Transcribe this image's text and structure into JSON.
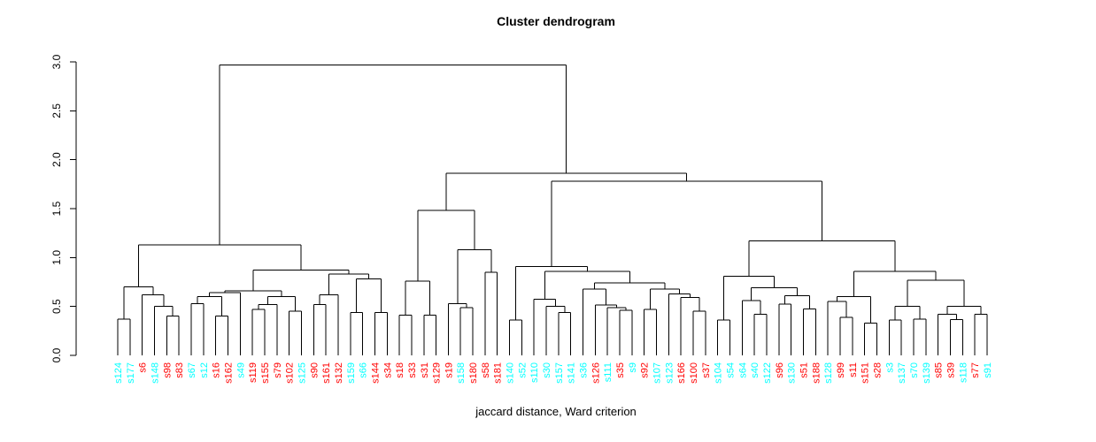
{
  "chart_data": {
    "type": "dendrogram",
    "title": "Cluster dendrogram",
    "xlabel": "jaccard distance, Ward criterion",
    "ylabel": "",
    "ylim": [
      0.0,
      3.0
    ],
    "yticks": [
      "0.0",
      "0.5",
      "1.0",
      "1.5",
      "2.0",
      "2.5",
      "3.0"
    ],
    "grid": false,
    "legend": "none",
    "palette": {
      "cyan": "#00FFFF",
      "red": "#FF0000",
      "line": "#000000"
    },
    "leaves": [
      {
        "label": "s124",
        "color": "cyan"
      },
      {
        "label": "s177",
        "color": "cyan"
      },
      {
        "label": "s6",
        "color": "red"
      },
      {
        "label": "s148",
        "color": "cyan"
      },
      {
        "label": "s98",
        "color": "red"
      },
      {
        "label": "s83",
        "color": "red"
      },
      {
        "label": "s67",
        "color": "cyan"
      },
      {
        "label": "s12",
        "color": "cyan"
      },
      {
        "label": "s16",
        "color": "red"
      },
      {
        "label": "s162",
        "color": "red"
      },
      {
        "label": "s49",
        "color": "cyan"
      },
      {
        "label": "s119",
        "color": "red"
      },
      {
        "label": "s155",
        "color": "red"
      },
      {
        "label": "s79",
        "color": "red"
      },
      {
        "label": "s102",
        "color": "red"
      },
      {
        "label": "s125",
        "color": "cyan"
      },
      {
        "label": "s90",
        "color": "red"
      },
      {
        "label": "s161",
        "color": "red"
      },
      {
        "label": "s132",
        "color": "red"
      },
      {
        "label": "s159",
        "color": "cyan"
      },
      {
        "label": "s66",
        "color": "cyan"
      },
      {
        "label": "s144",
        "color": "red"
      },
      {
        "label": "s34",
        "color": "red"
      },
      {
        "label": "s18",
        "color": "red"
      },
      {
        "label": "s33",
        "color": "red"
      },
      {
        "label": "s31",
        "color": "red"
      },
      {
        "label": "s129",
        "color": "red"
      },
      {
        "label": "s19",
        "color": "red"
      },
      {
        "label": "s158",
        "color": "cyan"
      },
      {
        "label": "s180",
        "color": "red"
      },
      {
        "label": "s58",
        "color": "red"
      },
      {
        "label": "s181",
        "color": "red"
      },
      {
        "label": "s140",
        "color": "cyan"
      },
      {
        "label": "s52",
        "color": "cyan"
      },
      {
        "label": "s110",
        "color": "cyan"
      },
      {
        "label": "s30",
        "color": "cyan"
      },
      {
        "label": "s157",
        "color": "cyan"
      },
      {
        "label": "s141",
        "color": "cyan"
      },
      {
        "label": "s36",
        "color": "cyan"
      },
      {
        "label": "s126",
        "color": "red"
      },
      {
        "label": "s111",
        "color": "cyan"
      },
      {
        "label": "s35",
        "color": "red"
      },
      {
        "label": "s9",
        "color": "cyan"
      },
      {
        "label": "s92",
        "color": "red"
      },
      {
        "label": "s107",
        "color": "cyan"
      },
      {
        "label": "s123",
        "color": "cyan"
      },
      {
        "label": "s166",
        "color": "red"
      },
      {
        "label": "s100",
        "color": "red"
      },
      {
        "label": "s37",
        "color": "red"
      },
      {
        "label": "s104",
        "color": "cyan"
      },
      {
        "label": "s54",
        "color": "cyan"
      },
      {
        "label": "s64",
        "color": "cyan"
      },
      {
        "label": "s40",
        "color": "cyan"
      },
      {
        "label": "s122",
        "color": "cyan"
      },
      {
        "label": "s96",
        "color": "red"
      },
      {
        "label": "s130",
        "color": "cyan"
      },
      {
        "label": "s51",
        "color": "red"
      },
      {
        "label": "s188",
        "color": "red"
      },
      {
        "label": "s128",
        "color": "cyan"
      },
      {
        "label": "s99",
        "color": "red"
      },
      {
        "label": "s11",
        "color": "red"
      },
      {
        "label": "s151",
        "color": "red"
      },
      {
        "label": "s28",
        "color": "red"
      },
      {
        "label": "s3",
        "color": "cyan"
      },
      {
        "label": "s137",
        "color": "cyan"
      },
      {
        "label": "s70",
        "color": "cyan"
      },
      {
        "label": "s139",
        "color": "cyan"
      },
      {
        "label": "s85",
        "color": "red"
      },
      {
        "label": "s39",
        "color": "red"
      },
      {
        "label": "s118",
        "color": "cyan"
      },
      {
        "label": "s77",
        "color": "red"
      },
      {
        "label": "s91",
        "color": "cyan"
      }
    ],
    "merges": [
      2.97,
      [
        1.13,
        [
          0.7,
          [
            0.37,
            "s124",
            "s177"
          ],
          [
            0.62,
            "s6",
            [
              0.5,
              "s148",
              [
                0.4,
                "s98",
                "s83"
              ]
            ]
          ]
        ],
        [
          0.87,
          [
            0.66,
            [
              0.64,
              [
                0.6,
                [
                  0.53,
                  "s67",
                  "s12"
                ],
                [
                  0.4,
                  "s16",
                  "s162"
                ]
              ],
              "s49"
            ],
            [
              0.6,
              [
                0.52,
                [
                  0.47,
                  "s119",
                  "s155"
                ],
                "s79"
              ],
              [
                0.45,
                "s102",
                "s125"
              ]
            ]
          ],
          [
            0.83,
            [
              0.62,
              [
                0.52,
                "s90",
                "s161"
              ],
              "s132"
            ],
            [
              0.78,
              [
                0.44,
                "s159",
                "s66"
              ],
              [
                0.44,
                "s144",
                "s34"
              ]
            ]
          ]
        ]
      ],
      [
        1.86,
        [
          1.48,
          [
            0.76,
            [
              0.41,
              "s18",
              "s33"
            ],
            [
              0.41,
              "s31",
              "s129"
            ]
          ],
          [
            1.08,
            [
              0.53,
              "s19",
              [
                0.49,
                "s158",
                "s180"
              ]
            ],
            [
              0.85,
              "s58",
              "s181"
            ]
          ]
        ],
        [
          1.78,
          [
            0.91,
            [
              0.36,
              "s140",
              "s52"
            ],
            [
              0.86,
              [
                0.575,
                "s110",
                [
                  0.5,
                  "s30",
                  [
                    0.44,
                    "s157",
                    "s141"
                  ]
                ]
              ],
              [
                0.74,
                [
                  0.68,
                  "s36",
                  [
                    0.515,
                    "s126",
                    [
                      0.49,
                      "s111",
                      [
                        0.46,
                        "s35",
                        "s9"
                      ]
                    ]
                  ]
                ],
                [
                  0.68,
                  [
                    0.47,
                    "s92",
                    "s107"
                  ],
                  [
                    0.63,
                    "s123",
                    [
                      0.59,
                      "s166",
                      [
                        0.45,
                        "s100",
                        "s37"
                      ]
                    ]
                  ]
                ]
              ]
            ]
          ],
          [
            1.17,
            [
              0.81,
              [
                0.36,
                "s104",
                "s54"
              ],
              [
                0.69,
                [
                  0.56,
                  "s64",
                  [
                    0.42,
                    "s40",
                    "s122"
                  ]
                ],
                [
                  0.61,
                  [
                    0.525,
                    "s96",
                    "s130"
                  ],
                  [
                    0.475,
                    "s51",
                    "s188"
                  ]
                ]
              ]
            ],
            [
              0.86,
              [
                0.6,
                [
                  0.55,
                  "s128",
                  [
                    0.39,
                    "s99",
                    "s11"
                  ]
                ],
                [
                  0.33,
                  "s151",
                  "s28"
                ]
              ],
              [
                0.77,
                [
                  0.5,
                  [
                    0.36,
                    "s3",
                    "s137"
                  ],
                  [
                    0.37,
                    "s70",
                    "s139"
                  ]
                ],
                [
                  0.5,
                  [
                    0.42,
                    "s85",
                    [
                      0.365,
                      "s39",
                      "s118"
                    ]
                  ],
                  [
                    0.42,
                    "s77",
                    "s91"
                  ]
                ]
              ]
            ]
          ]
        ]
      ]
    ]
  }
}
